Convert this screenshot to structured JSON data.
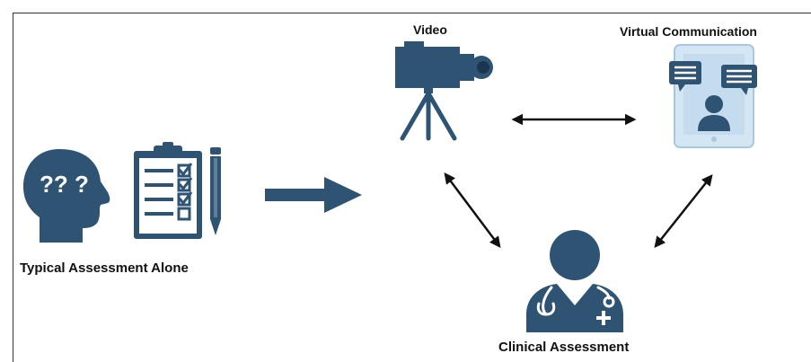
{
  "labels": {
    "typical": "Typical Assessment Alone",
    "video": "Video",
    "virtual": "Virtual Communication",
    "clinical": "Clinical Assessment",
    "head_text": "?? ?"
  },
  "colors": {
    "primary": "#2e5373",
    "light_blue": "#d4e6f3",
    "arrow": "#111111",
    "text": "#111111"
  },
  "icons": [
    "head-question-icon",
    "clipboard-checklist-icon",
    "pencil-icon",
    "right-arrow-icon",
    "video-camera-icon",
    "tablet-chat-icon",
    "doctor-icon"
  ]
}
